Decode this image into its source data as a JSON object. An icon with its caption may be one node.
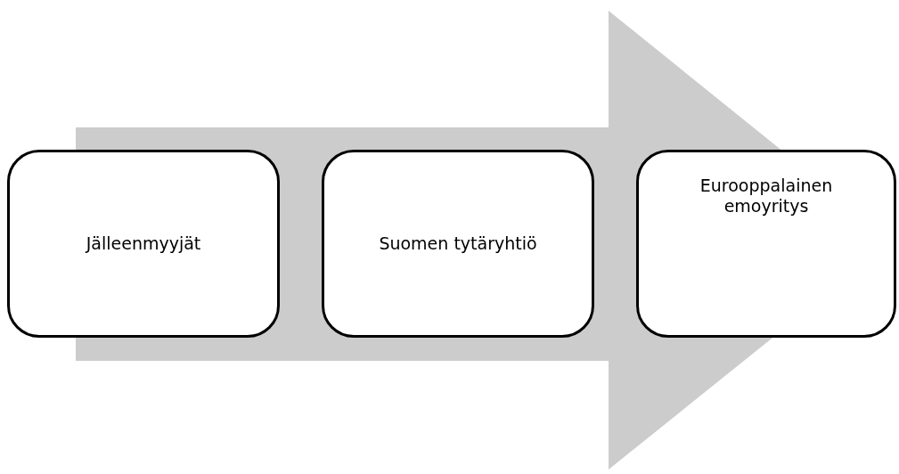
{
  "diagram": {
    "nodes": [
      {
        "text": [
          "Jälleenmyyjät"
        ]
      },
      {
        "text": [
          "Suomen tytäryhtiö"
        ]
      },
      {
        "text": [
          "Eurooppalainen emoyritys"
        ]
      }
    ],
    "edges": [
      {
        "from": 0,
        "to": 2,
        "arrow": "to"
      }
    ]
  }
}
